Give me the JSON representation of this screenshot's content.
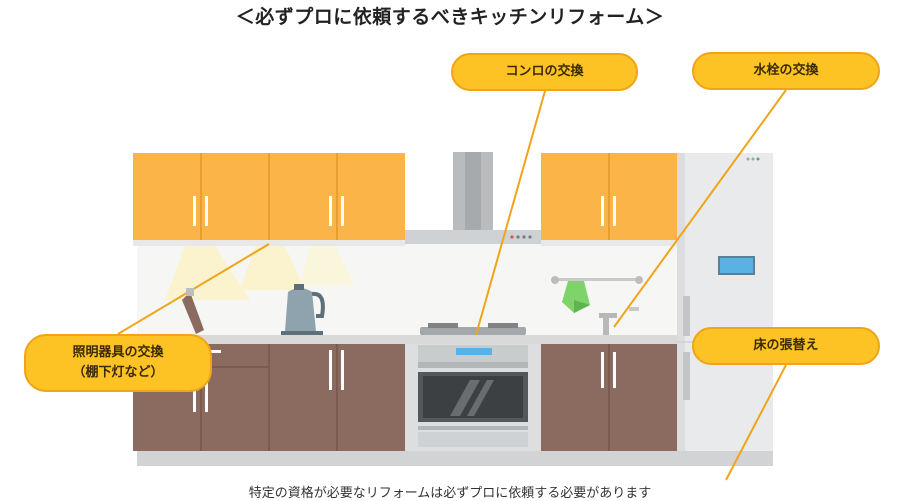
{
  "title": "＜必ずプロに依頼するべきキッチンリフォーム＞",
  "callouts": {
    "stove": "コンロの交換",
    "faucet": "水栓の交換",
    "floor": "床の張替え",
    "lighting_line1": "照明器具の交換",
    "lighting_line2": "（棚下灯など）"
  },
  "note": "特定の資格が必要なリフォームは必ずプロに依頼する必要があります",
  "colors": {
    "callout_fill": "#fdc223",
    "callout_border": "#f0a419",
    "leader_line": "#f0a419",
    "upper_cabinet": "#fbb448",
    "lower_cabinet": "#8b6a5f",
    "countertop": "#d9d9d9",
    "appliance_steel": "#cfd2d4"
  }
}
